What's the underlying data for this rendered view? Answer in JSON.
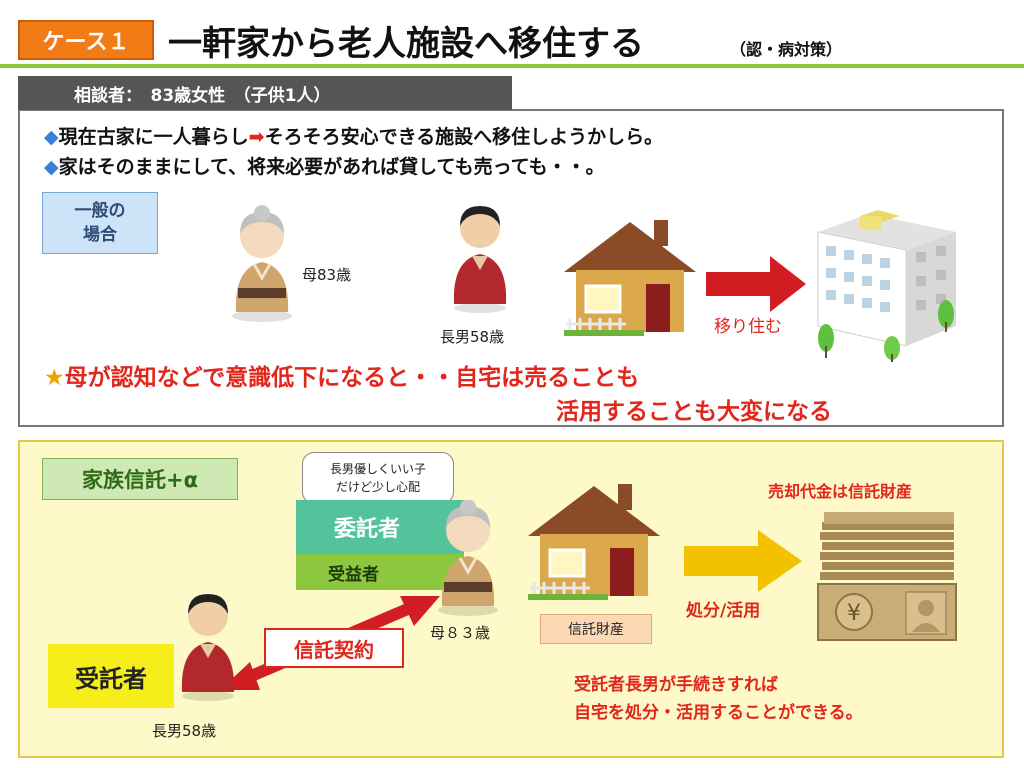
{
  "header": {
    "case_label": "ケース１",
    "title": "一軒家から老人施設へ移住する",
    "note": "（認・病対策）"
  },
  "consultant": {
    "label": "相談者：　83歳女性　（子供1人）"
  },
  "situation": {
    "bullet1_a": "現在古家に一人暮らし",
    "bullet1_b": "そろそろ安心できる施設へ移住しようかしら。",
    "bullet2": "家はそのままにして、将来必要があれば貸しても売っても・・。"
  },
  "general": {
    "label_line1": "一般の",
    "label_line2": "場合",
    "mother": "母83歳",
    "son": "長男58歳",
    "move": "移り住む",
    "warning_line1": "母が認知などで意識低下になると・・自宅は売ることも",
    "warning_line2": "活用することも大変になる"
  },
  "trust": {
    "label": "家族信託+α",
    "bubble_line1": "長男優しくいい子",
    "bubble_line2": "だけど少し心配",
    "settlor": "委託者",
    "beneficiary": "受益者",
    "mother": "母８３歳",
    "trustee": "受託者",
    "son": "長男58歳",
    "contract": "信託契約",
    "property": "信託財産",
    "proceeds": "売却代金は信託財産",
    "dispose": "処分/活用",
    "result_line1": "受託者長男が手続きすれば",
    "result_line2": "自宅を処分・活用することができる。"
  },
  "icons": {
    "bullet": "diamond-icon",
    "arrow": "right-arrow-icon",
    "star": "star-icon",
    "money": "yen-bills-icon"
  },
  "colors": {
    "accent_orange": "#f07b17",
    "accent_green": "#8dc63f",
    "alert_red": "#e1261c",
    "bullet_blue": "#3a7fd5"
  }
}
